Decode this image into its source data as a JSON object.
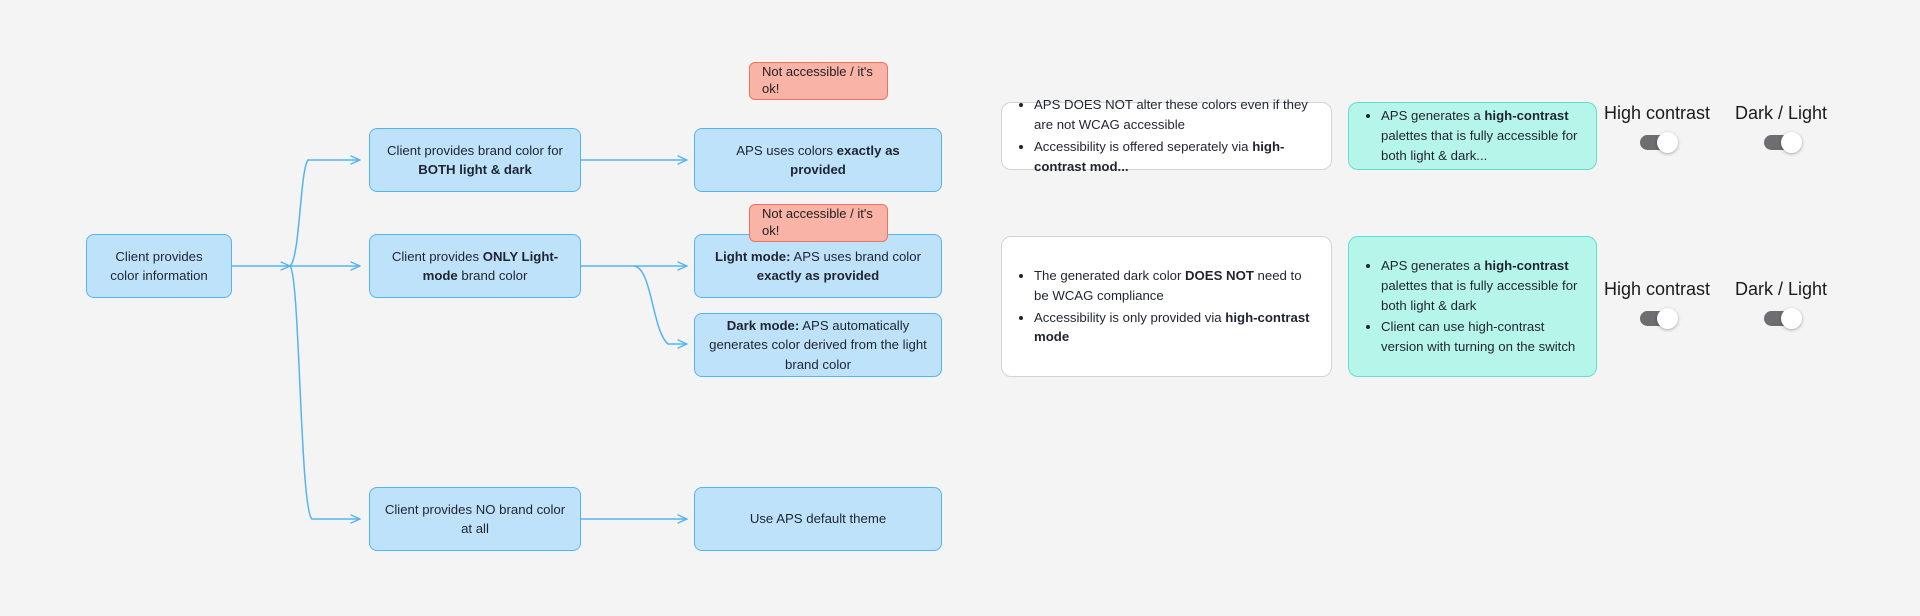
{
  "canvas": {
    "background": "#f4f4f5",
    "node_fill": "#bfe2fb",
    "node_border": "#53b4f5",
    "badge_fill": "#f9b3a7",
    "badge_border": "#f2715a",
    "teal_fill": "#b6f5ea",
    "teal_border": "#62ded0",
    "edge_color": "#53b4f5"
  },
  "nodes": {
    "root": {
      "text": "Client provides color information"
    },
    "branch_both": {
      "prefix": "Client provides brand color for ",
      "bold": "BOTH light & dark"
    },
    "branch_light_only": {
      "prefix": "Client provides ",
      "bold": "ONLY Light-mode",
      "suffix": " brand color"
    },
    "branch_none": {
      "text": "Client provides NO brand color at all"
    },
    "result_exact": {
      "prefix": "APS uses colors ",
      "bold": "exactly as provided"
    },
    "result_light_mode": {
      "bold_lead": "Light mode:",
      "mid": " APS uses brand color ",
      "bold_tail": "exactly as provided"
    },
    "result_dark_mode": {
      "bold_lead": "Dark mode:",
      "rest": " APS automatically generates color derived from the light brand color"
    },
    "result_default": {
      "text": "Use APS default theme"
    }
  },
  "badges": {
    "top": {
      "text": "Not accessible / it's ok!"
    },
    "middle": {
      "text": "Not accessible / it's ok!"
    }
  },
  "panels": {
    "row1_white": {
      "items": [
        {
          "lead": "APS DOES NOT alter these colors even if they are not WCAG accessible"
        },
        {
          "lead": "Accessibility is offered seperately via ",
          "bold": "high-contrast mod..."
        }
      ]
    },
    "row1_teal": {
      "items": [
        {
          "lead": "APS generates a ",
          "bold": "high-contrast",
          "tail": " palettes that is fully accessible for both light & dark..."
        }
      ]
    },
    "row2_white": {
      "items": [
        {
          "lead": "The generated dark color ",
          "bold": "DOES NOT",
          "tail": " need to be WCAG compliance"
        },
        {
          "lead": "Accessibility is only provided via ",
          "bold": "high-contrast mode"
        }
      ]
    },
    "row2_teal": {
      "items": [
        {
          "lead": "APS generates a ",
          "bold": "high-contrast",
          "tail": " palettes that is fully accessible for both light & dark"
        },
        {
          "lead": "Client can use high-contrast version with turning on the switch"
        }
      ]
    }
  },
  "switches": {
    "row1_high_contrast": {
      "label": "High contrast",
      "state": "on"
    },
    "row1_dark_light": {
      "label": "Dark / Light",
      "state": "on"
    },
    "row2_high_contrast": {
      "label": "High contrast",
      "state": "on"
    },
    "row2_dark_light": {
      "label": "Dark / Light",
      "state": "on"
    }
  }
}
